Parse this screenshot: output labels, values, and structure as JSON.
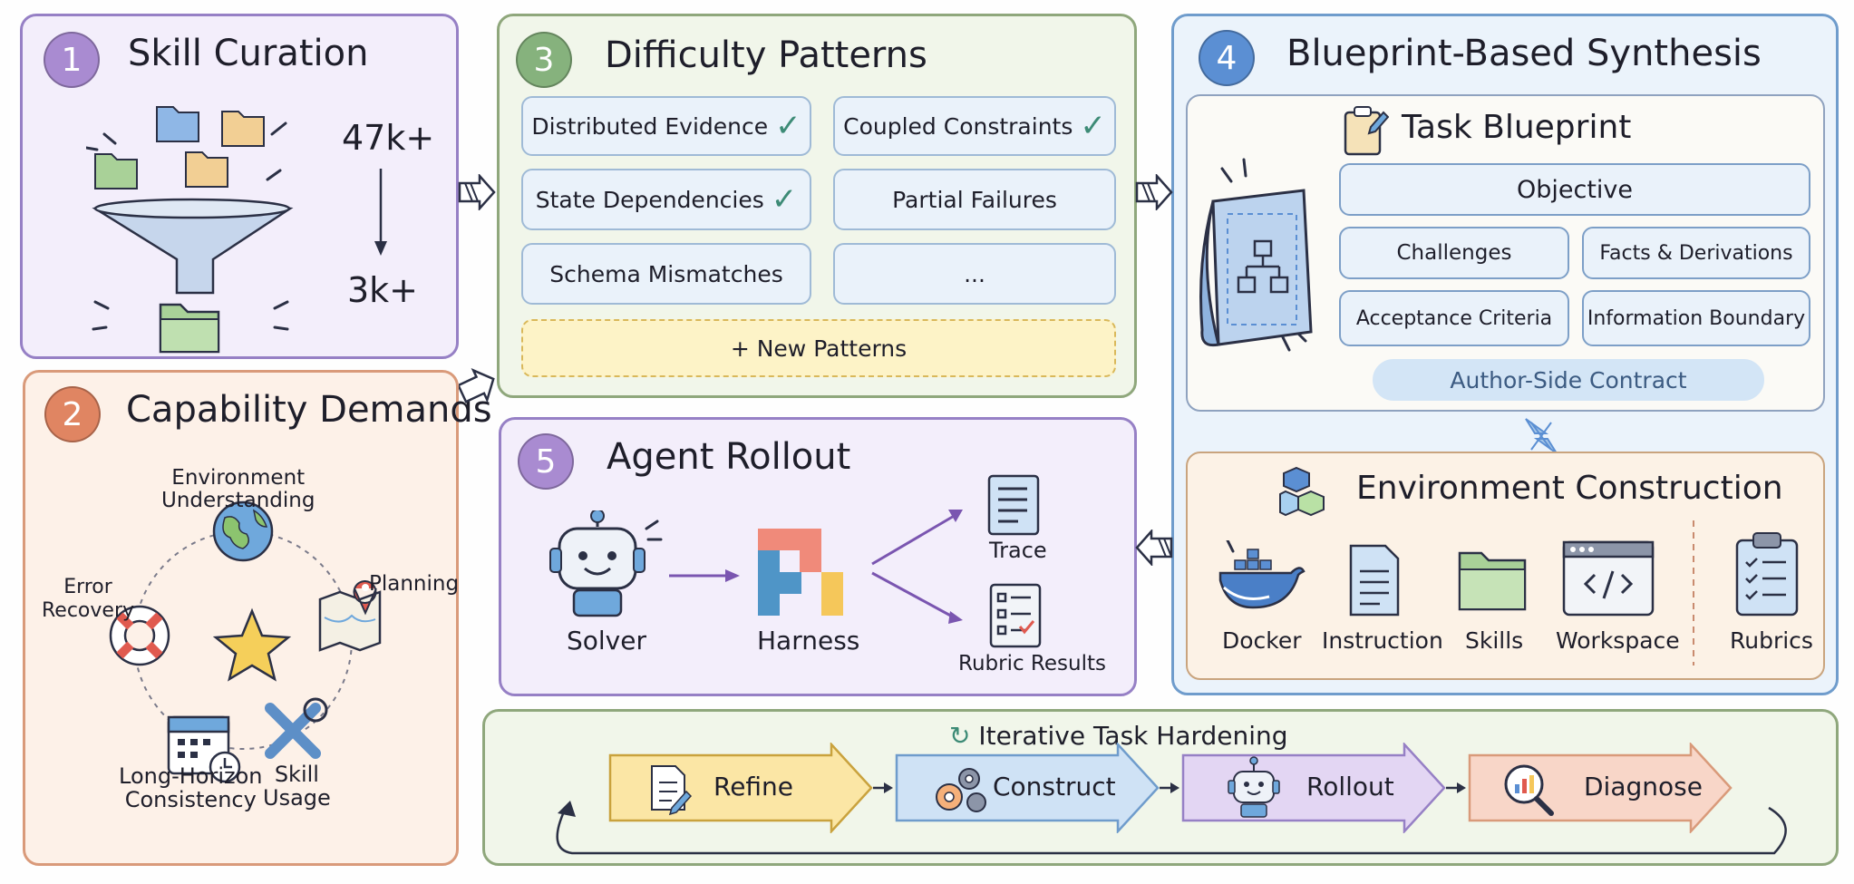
{
  "panels": {
    "skill": {
      "number": "1",
      "title": "Skill Curation",
      "count_from": "47k+",
      "count_to": "3k+"
    },
    "capability": {
      "number": "2",
      "title": "Capability Demands",
      "labels": {
        "env": "Environment\nUnderstanding",
        "planning": "Planning",
        "error": "Error\nRecovery",
        "longh": "Long-Horizon\nConsistency",
        "skill": "Skill\nUsage"
      }
    },
    "difficulty": {
      "number": "3",
      "title": "Difficulty Patterns",
      "patterns": [
        "Distributed Evidence",
        "Coupled Constraints",
        "State Dependencies",
        "Partial Failures",
        "Schema Mismatches",
        "..."
      ],
      "new": "+ New Patterns"
    },
    "blueprint": {
      "number": "4",
      "title": "Blueprint-Based Synthesis",
      "task_title": "Task Blueprint",
      "objective": "Objective",
      "challenges": "Challenges",
      "facts": "Facts & Derivations",
      "acceptance": "Acceptance Criteria",
      "infoboundary": "Information Boundary",
      "contract": "Author-Side Contract",
      "env_title": "Environment Construction",
      "env_items": [
        "Docker",
        "Instruction",
        "Skills",
        "Workspace",
        "Rubrics"
      ]
    },
    "rollout": {
      "number": "5",
      "title": "Agent Rollout",
      "solver": "Solver",
      "harness": "Harness",
      "trace": "Trace",
      "rubric": "Rubric Results"
    },
    "hardening": {
      "title": "Iterative Task Hardening",
      "stages": [
        "Refine",
        "Construct",
        "Rollout",
        "Diagnose"
      ]
    }
  },
  "colors": {
    "purple_bg": "#f3eefb",
    "purple_border": "#9680c5",
    "orange_bg": "#fdf1e8",
    "orange_border": "#d99a7a",
    "green_bg": "#f1f6ea",
    "green_border": "#8fa77c",
    "blue_bg": "#ebf3fb",
    "blue_border": "#6f9ccc"
  }
}
